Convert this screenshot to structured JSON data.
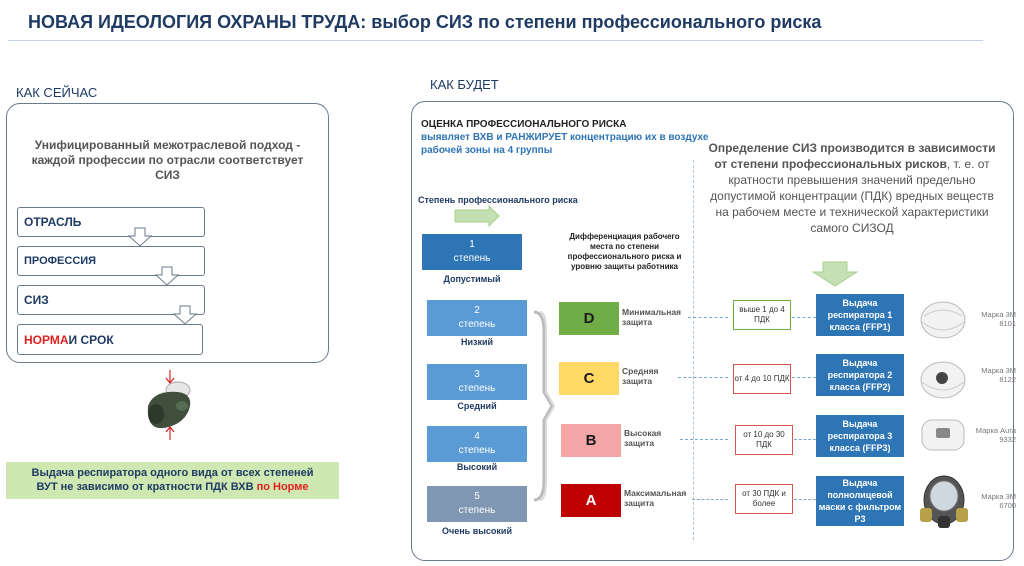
{
  "header": {
    "title": "НОВАЯ ИДЕОЛОГИЯ ОХРАНЫ ТРУДА:  выбор  СИЗ по степени профессионального риска"
  },
  "now": {
    "label": "КАК СЕЙЧАС",
    "description": "Унифицированный межотраслевой подход - каждой профессии по отрасли соответствует СИЗ",
    "steps": [
      "ОТРАСЛЬ",
      "ПРОФЕССИЯ",
      "СИЗ"
    ],
    "norm_word": "НОРМА",
    "norm_rest": " И СРОК",
    "note_line1": "Выдача респиратора одного вида от всех степеней",
    "note_line2": "ВУТ не зависимо от кратности ПДК ВХВ ",
    "note_norm": "по Норме"
  },
  "future": {
    "label": "КАК БУДЕТ",
    "risk_title": "ОЦЕНКА ПРОФЕССИОНАЛЬНОГО РИСКА",
    "risk_sub": "выявляет ВХВ и РАНЖИРУЕТ концентрацию их в воздухе рабочей зоны на 4 группы",
    "desc_bold": "Определение СИЗ производится в зависимости от степени профессиональных рисков",
    "desc_rest": ", т. е. от кратности превышения значений предельно допустимой концентрации (ПДК) вредных веществ на рабочем месте и технической характеристики самого СИЗОД",
    "degree_label": "Степень профессионального риска",
    "diff_text": "Дифференциация рабочего места по степени профессионального риска и уровню защиты работника",
    "degrees": [
      {
        "num": "1",
        "word": "степень",
        "name": "Допустимый",
        "color": "#2e75b6"
      },
      {
        "num": "2",
        "word": "степень",
        "name": "Низкий",
        "color": "#5b9bd5"
      },
      {
        "num": "3",
        "word": "степень",
        "name": "Средний",
        "color": "#5b9bd5"
      },
      {
        "num": "4",
        "word": "степень",
        "name": "Высокий",
        "color": "#5b9bd5"
      },
      {
        "num": "5",
        "word": "степень",
        "name": "Очень высокий",
        "color": "#7f97b2"
      }
    ],
    "rows": [
      {
        "grade": "D",
        "grade_bg": "#70ad47",
        "grade_fg": "#1a1a1a",
        "prot": "Минимальная защита",
        "pdk": "выше 1 до 4 ПДК",
        "issue": "Выдача респиратора 1 класса (FFP1)",
        "brand": "Марка 3М 8101"
      },
      {
        "grade": "C",
        "grade_bg": "#ffd966",
        "grade_fg": "#1a1a1a",
        "prot": "Средняя защита",
        "pdk": "от 4 до 10 ПДК",
        "issue": "Выдача респиратора 2 класса (FFP2)",
        "brand": "Марка 3М 8122"
      },
      {
        "grade": "B",
        "grade_bg": "#f4a6a6",
        "grade_fg": "#1a1a1a",
        "prot": "Высокая защита",
        "pdk": "от 10 до 30 ПДК",
        "issue": "Выдача респиратора 3 класса (FFP3)",
        "brand": "Марка Aura 9332"
      },
      {
        "grade": "A",
        "grade_bg": "#c00000",
        "grade_fg": "#ffffff",
        "prot": "Максимальная защита",
        "pdk": "от 30 ПДК и более",
        "issue": "Выдача полнолицевой маски с фильтром Р3",
        "brand": "Марка 3М 6700"
      }
    ]
  },
  "colors": {
    "accent": "#2e75b6",
    "title": "#1f3b63",
    "note_bg": "#cfe8b2",
    "arrow": "#a9d18e"
  }
}
